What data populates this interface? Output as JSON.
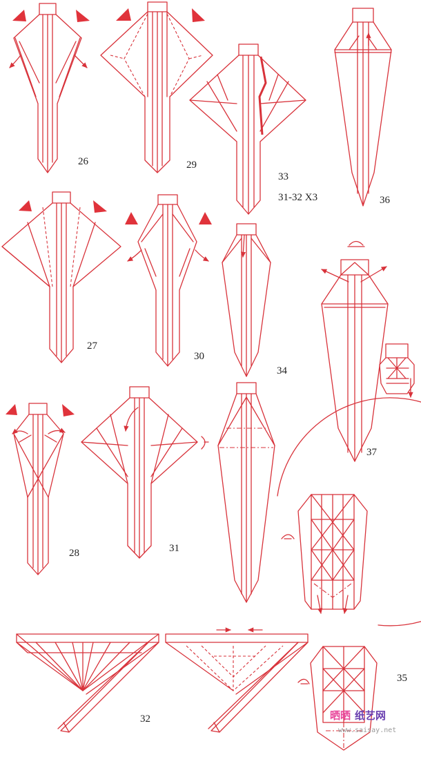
{
  "steps": {
    "s26": "26",
    "s27": "27",
    "s28": "28",
    "s29": "29",
    "s30": "30",
    "s31": "31",
    "s32": "32",
    "s33": "33",
    "s33_note": "31-32  X3",
    "s34": "34",
    "s35": "35",
    "s36": "36",
    "s37": "37"
  },
  "watermark": {
    "brand_a": "晒晒",
    "brand_b": "纸艺网",
    "url": "www.saisay.net"
  },
  "colors": {
    "line": "#d8323a",
    "marker": "#e0333b"
  }
}
